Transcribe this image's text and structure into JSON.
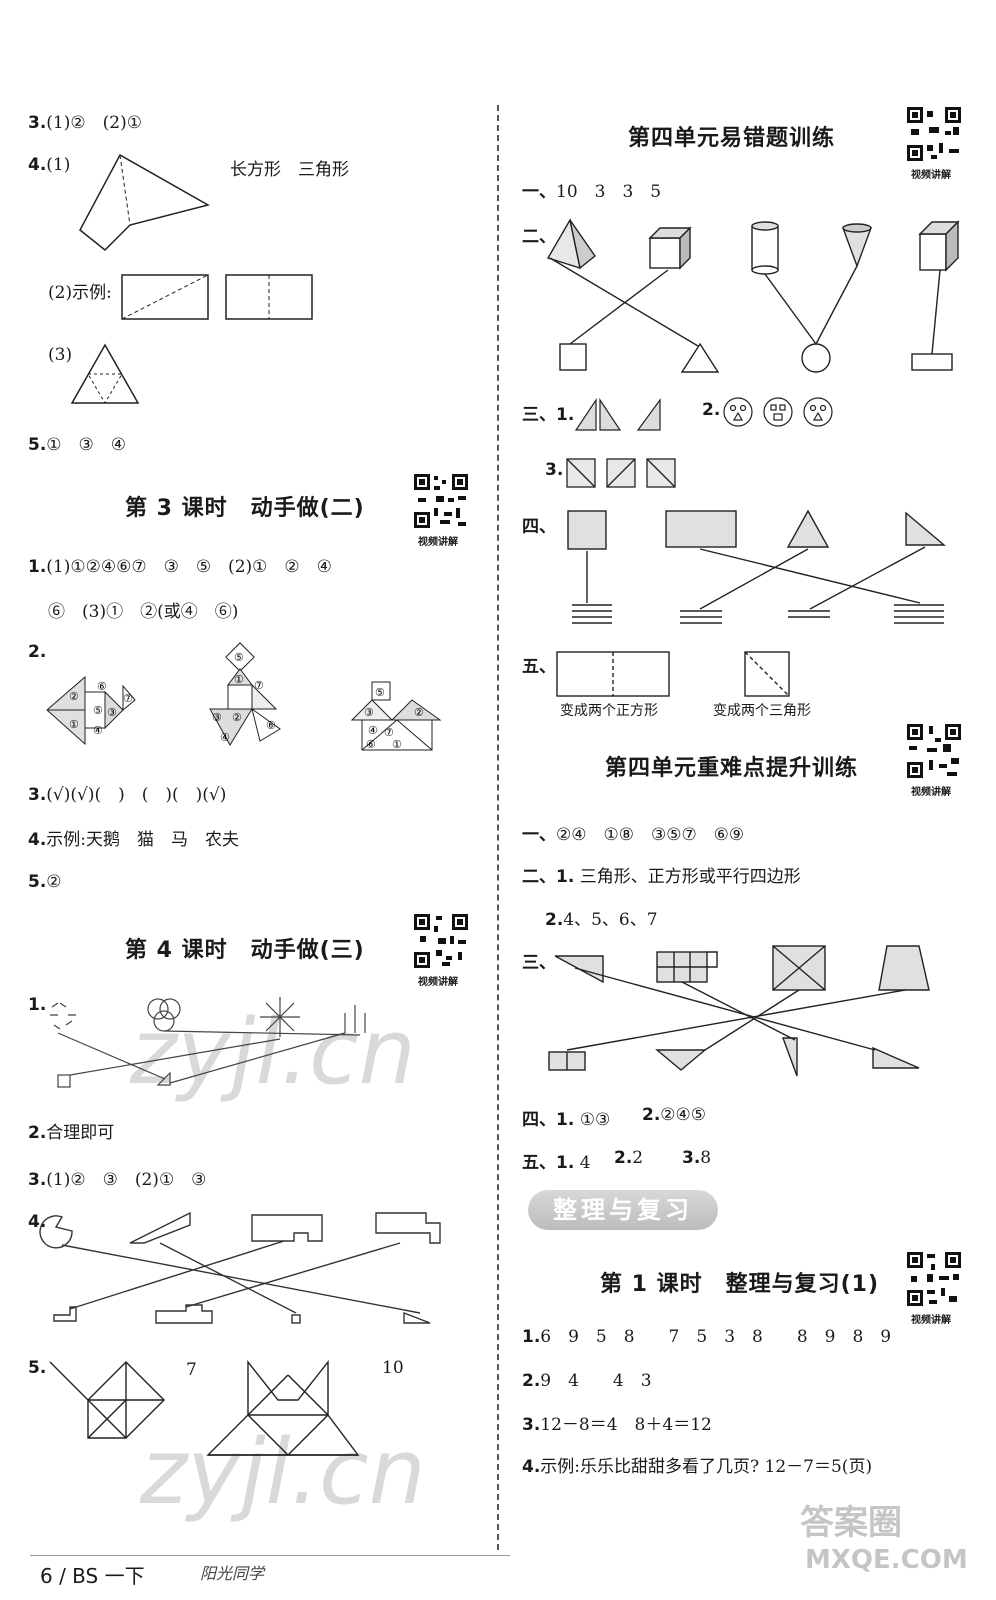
{
  "left": {
    "q3": {
      "num": "3.",
      "text": "(1)②　(2)①"
    },
    "q4": {
      "num": "4.",
      "sub1": "(1)",
      "answer": "长方形　三角形",
      "sub2": "(2)示例:",
      "sub3": "(3)"
    },
    "q5": {
      "num": "5.",
      "text": "①　③　④"
    },
    "lesson3": {
      "title": "第 3 课时　动手做(二)",
      "qr_label": "视频讲解",
      "q1": {
        "num": "1.",
        "line1": "(1)①②④⑥⑦　③　⑤　(2)①　②　④",
        "line2": "⑥　(3)①　②(或④　⑥)"
      },
      "q2": {
        "num": "2."
      },
      "q3": {
        "num": "3.",
        "text": "(√)(√)(　)　(　)(　)(√)"
      },
      "q4": {
        "num": "4.",
        "text": "示例:天鹅　猫　马　农夫"
      },
      "q5": {
        "num": "5.",
        "text": "②"
      }
    },
    "lesson4": {
      "title": "第 4 课时　动手做(三)",
      "qr_label": "视频讲解",
      "q1": {
        "num": "1."
      },
      "q2": {
        "num": "2.",
        "text": "合理即可"
      },
      "q3": {
        "num": "3.",
        "text": "(1)②　③　(2)①　③"
      },
      "q4": {
        "num": "4."
      },
      "q5": {
        "num": "5.",
        "a": "7",
        "b": "10"
      }
    }
  },
  "right": {
    "unit4_errors": {
      "title": "第四单元易错题训练",
      "qr_label": "视频讲解",
      "s1": {
        "num": "一、",
        "text": "10　3　3　5"
      },
      "s2": {
        "num": "二、"
      },
      "s3": {
        "num": "三、",
        "q1": "1.",
        "q2": "2.",
        "q3": "3."
      },
      "s4": {
        "num": "四、"
      },
      "s5": {
        "num": "五、",
        "cap1": "变成两个正方形",
        "cap2": "变成两个三角形"
      }
    },
    "unit4_key": {
      "title": "第四单元重难点提升训练",
      "qr_label": "视频讲解",
      "s1": {
        "num": "一、",
        "text": "②④　①⑧　③⑤⑦　⑥⑨"
      },
      "s2": {
        "num": "二、",
        "q1": "1.",
        "q1_text": "三角形、正方形或平行四边形",
        "q2": "2.",
        "q2_text": "4、5、6、7"
      },
      "s3": {
        "num": "三、"
      },
      "s4": {
        "num": "四、",
        "q1": "1.",
        "q1_text": "①③",
        "q2": "2.",
        "q2_text": "②④⑤"
      },
      "s5": {
        "num": "五、",
        "q1": "1.",
        "q1_text": "4",
        "q2": "2.",
        "q2_text": "2",
        "q3": "3.",
        "q3_text": "8"
      }
    },
    "review": {
      "banner": "整理与复习",
      "title": "第 1 课时　整理与复习(1)",
      "qr_label": "视频讲解",
      "q1": {
        "num": "1.",
        "text": "6　9　5　8　　7　5　3　8　　8　9　8　9"
      },
      "q2": {
        "num": "2.",
        "text": "9　4　　4　3"
      },
      "q3": {
        "num": "3.",
        "text": "12－8＝4　8＋4＝12"
      },
      "q4": {
        "num": "4.",
        "text": "示例:乐乐比甜甜多看了几页? 12－7＝5(页)"
      }
    }
  },
  "footer": {
    "page": "6 / BS 一下",
    "brand": "阳光同学"
  },
  "watermarks": {
    "a": "zyjl.cn",
    "b": "zyjl.cn",
    "c": "答案圈",
    "d": "MXQE.COM"
  }
}
